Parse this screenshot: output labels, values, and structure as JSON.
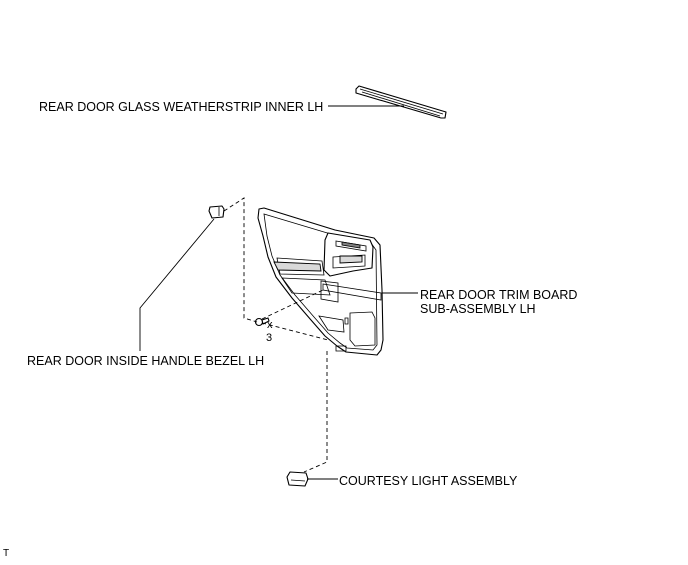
{
  "labels": {
    "weatherstrip": "REAR DOOR GLASS WEATHERSTRIP INNER LH",
    "trim_board_line1": "REAR DOOR TRIM BOARD",
    "trim_board_line2": "SUB-ASSEMBLY LH",
    "handle_bezel": "REAR DOOR INSIDE HANDLE BEZEL LH",
    "courtesy_light": "COURTESY LIGHT ASSEMBLY",
    "clip_multiplier": "x",
    "clip_count": "3",
    "corner_mark": "T"
  }
}
